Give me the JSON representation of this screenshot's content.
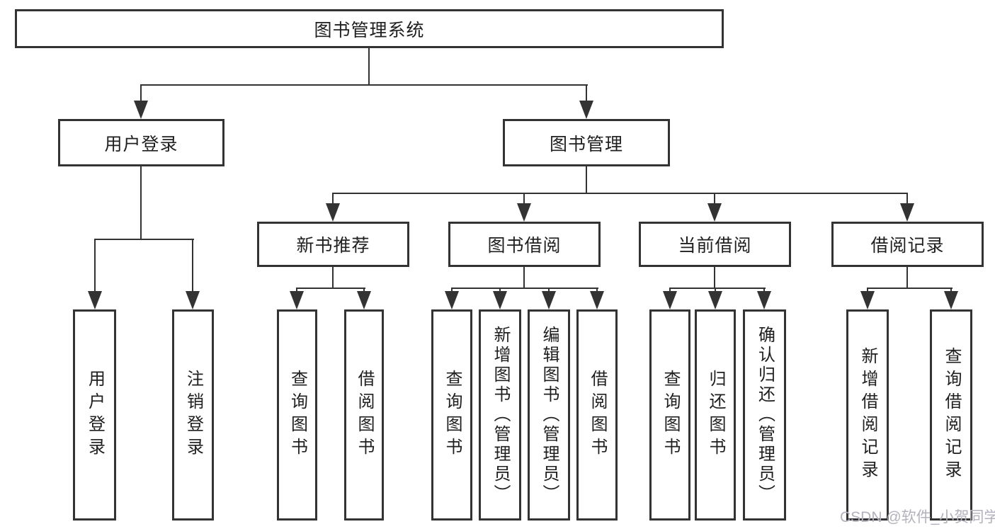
{
  "diagram": {
    "type": "tree",
    "root": {
      "label": "图书管理系统"
    },
    "children": [
      {
        "label": "用户登录",
        "children": [
          {
            "label": "用户登录"
          },
          {
            "label": "注销登录"
          }
        ]
      },
      {
        "label": "图书管理",
        "children": [
          {
            "label": "新书推荐",
            "children": [
              {
                "label": "查询图书"
              },
              {
                "label": "借阅图书"
              }
            ]
          },
          {
            "label": "图书借阅",
            "children": [
              {
                "label": "查询图书"
              },
              {
                "label": "新增图书（管理员）"
              },
              {
                "label": "编辑图书（管理员）"
              },
              {
                "label": "借阅图书"
              }
            ]
          },
          {
            "label": "当前借阅",
            "children": [
              {
                "label": "查询图书"
              },
              {
                "label": "归还图书"
              },
              {
                "label": "确认归还（管理员）"
              }
            ]
          },
          {
            "label": "借阅记录",
            "children": [
              {
                "label": "新增借阅记录"
              },
              {
                "label": "查询借阅记录"
              }
            ]
          }
        ]
      }
    ]
  },
  "watermark": {
    "text": "CSDN @软件_小贺同学",
    "color": "#b2b2bc"
  },
  "colors": {
    "border": "#333333",
    "line": "#333333",
    "text": "#1f1f1f",
    "background": "#ffffff"
  }
}
